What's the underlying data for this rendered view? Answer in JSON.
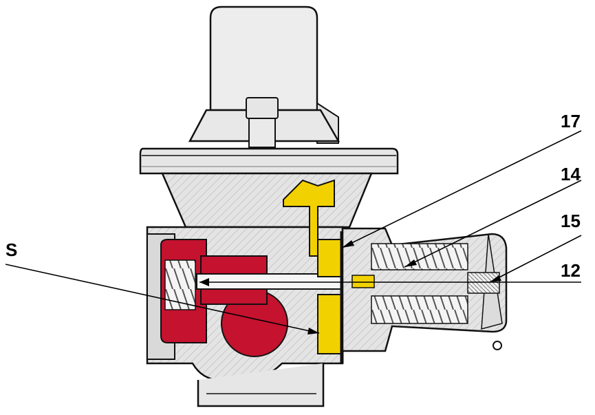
{
  "labels": {
    "l17": "17",
    "l14": "14",
    "l15": "15",
    "l12": "12",
    "lS": "S"
  },
  "colors": {
    "body": "#e2e2e2",
    "cap": "#ececec",
    "section_hatch": "#c4c4c4",
    "valve_red": "#c4122f",
    "diaphragm_yellow": "#f2d100",
    "spring": "#9a9a9a",
    "outline": "#111111"
  }
}
